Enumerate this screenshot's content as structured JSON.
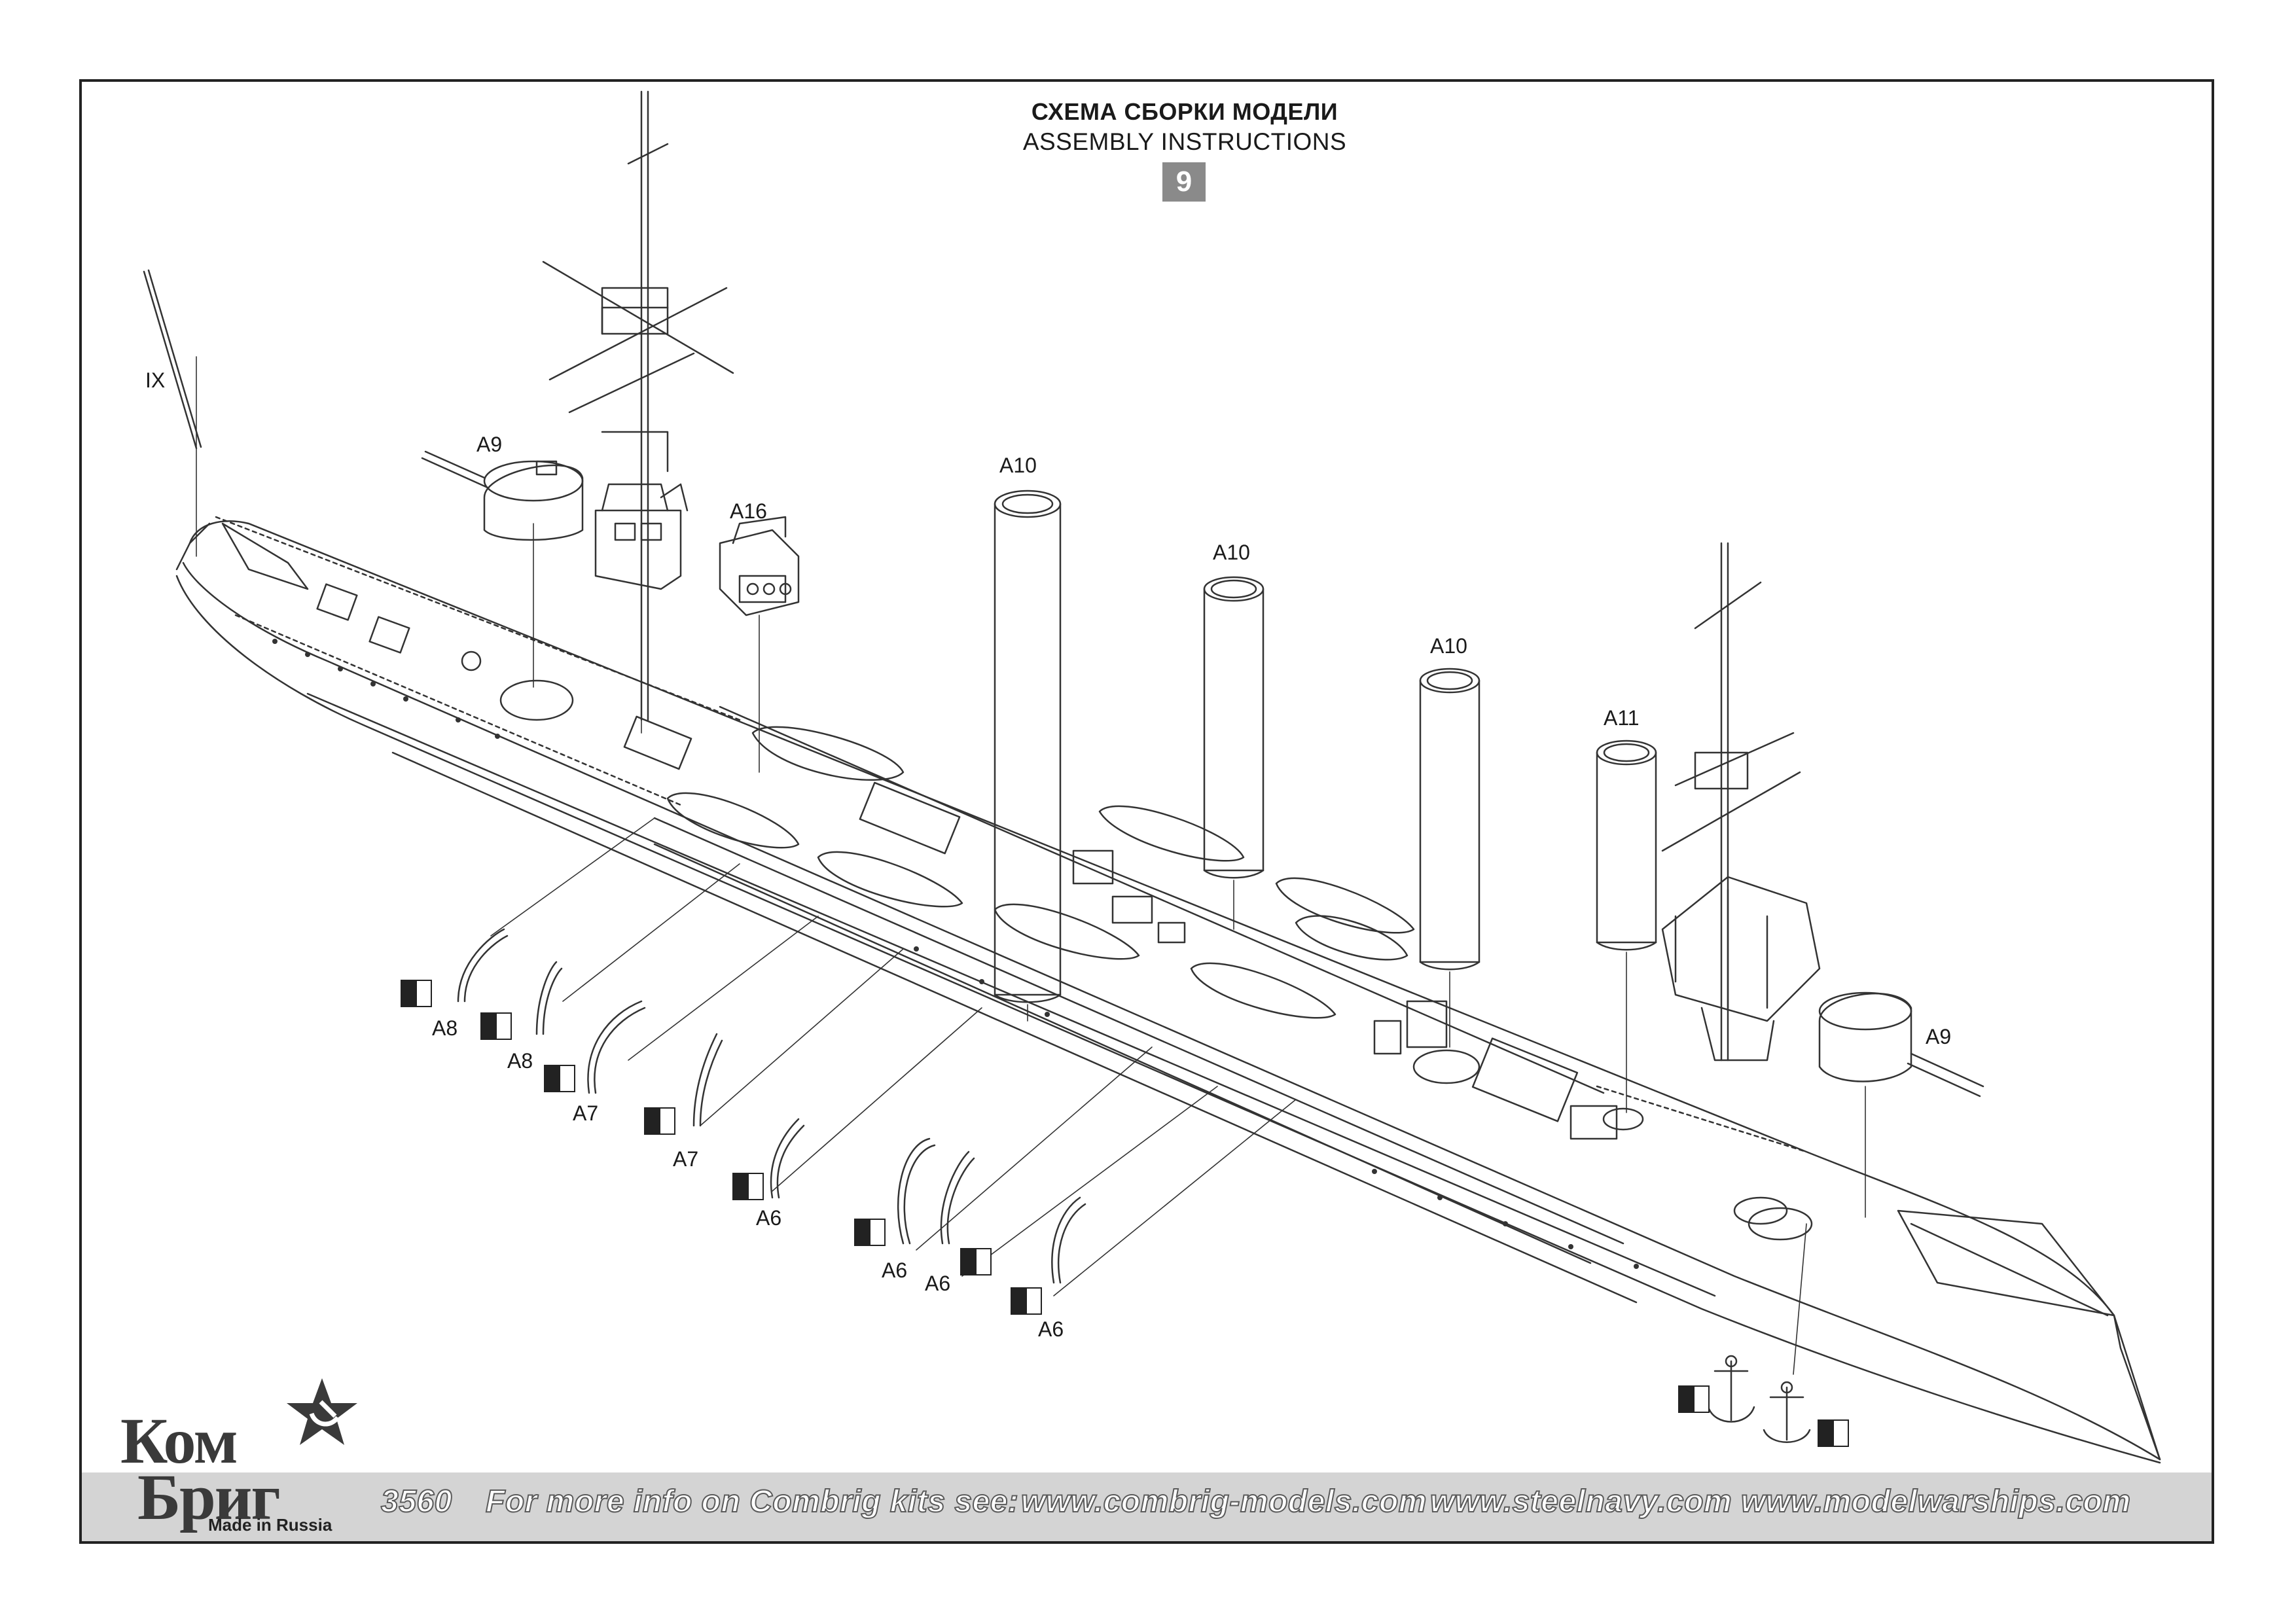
{
  "header": {
    "title_ru": "СХЕМА СБОРКИ МОДЕЛИ",
    "title_en": "ASSEMBLY INSTRUCTIONS",
    "step": "9"
  },
  "parts": {
    "IX": "IX",
    "A9_fwd": "A9",
    "A16": "A16",
    "A10_1": "A10",
    "A10_2": "A10",
    "A10_3": "A10",
    "A11": "A11",
    "A9_aft": "A9",
    "A8_1": "A8",
    "A8_2": "A8",
    "A7_1": "A7",
    "A7_2": "A7",
    "A6_1": "A6",
    "A6_2": "A6",
    "A6_3": "A6",
    "A6_4": "A6"
  },
  "footer": {
    "kit_number": "3560",
    "info": "For more info on Combrig kits see:",
    "site1": "www.combrig-models.com",
    "site2": "www.steelnavy.com",
    "site3": "www.modelwarships.com"
  },
  "logo": {
    "line1": "Ком",
    "line2": "Бриг",
    "tagline": "Made in Russia"
  },
  "colors": {
    "line": "#333333",
    "footer_band": "#d4d4d4",
    "badge": "#8a8a8a"
  }
}
